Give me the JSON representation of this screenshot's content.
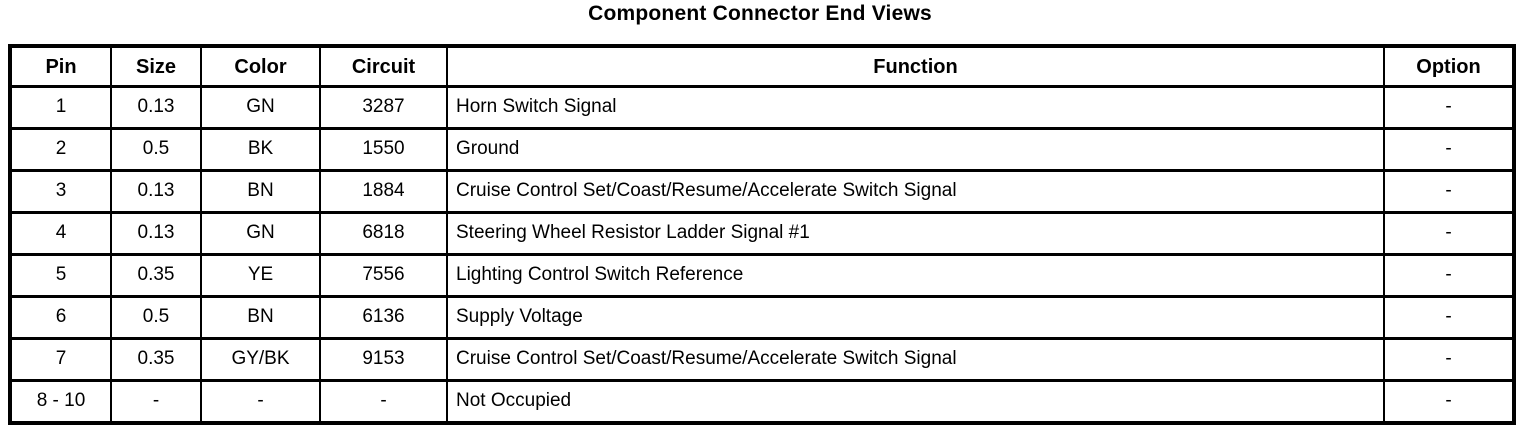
{
  "title": "Component Connector End Views",
  "table": {
    "column_keys": [
      "pin",
      "size",
      "color",
      "circuit",
      "function",
      "option"
    ],
    "columns": [
      "Pin",
      "Size",
      "Color",
      "Circuit",
      "Function",
      "Option"
    ],
    "rows": [
      {
        "pin": "1",
        "size": "0.13",
        "color": "GN",
        "circuit": "3287",
        "function": "Horn Switch Signal",
        "option": "-"
      },
      {
        "pin": "2",
        "size": "0.5",
        "color": "BK",
        "circuit": "1550",
        "function": "Ground",
        "option": "-"
      },
      {
        "pin": "3",
        "size": "0.13",
        "color": "BN",
        "circuit": "1884",
        "function": "Cruise Control Set/Coast/Resume/Accelerate Switch Signal",
        "option": "-"
      },
      {
        "pin": "4",
        "size": "0.13",
        "color": "GN",
        "circuit": "6818",
        "function": "Steering Wheel Resistor Ladder Signal #1",
        "option": "-"
      },
      {
        "pin": "5",
        "size": "0.35",
        "color": "YE",
        "circuit": "7556",
        "function": "Lighting Control Switch Reference",
        "option": "-"
      },
      {
        "pin": "6",
        "size": "0.5",
        "color": "BN",
        "circuit": "6136",
        "function": "Supply Voltage",
        "option": "-"
      },
      {
        "pin": "7",
        "size": "0.35",
        "color": "GY/BK",
        "circuit": "9153",
        "function": "Cruise Control Set/Coast/Resume/Accelerate Switch Signal",
        "option": "-"
      },
      {
        "pin": "8 - 10",
        "size": "-",
        "color": "-",
        "circuit": "-",
        "function": "Not Occupied",
        "option": "-"
      }
    ],
    "text_color": "#000000",
    "border_color": "#000000",
    "background_color": "#ffffff"
  }
}
